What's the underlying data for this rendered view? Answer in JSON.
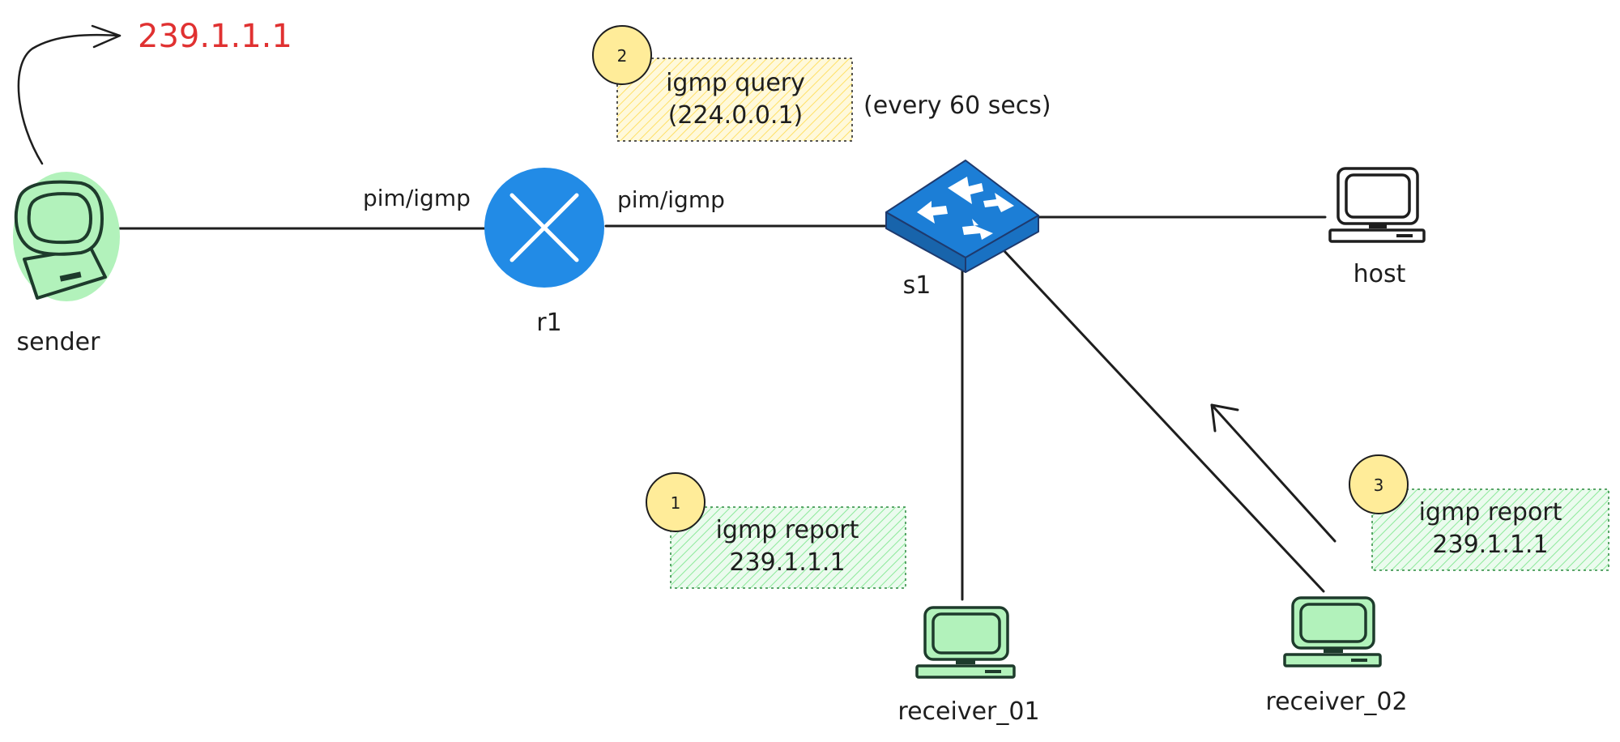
{
  "multicast_address": "239.1.1.1",
  "nodes": {
    "sender": "sender",
    "router": "r1",
    "switch": "s1",
    "host": "host",
    "receiver_1": "receiver_01",
    "receiver_2": "receiver_02"
  },
  "links": {
    "sender_r1": "pim/igmp",
    "r1_s1": "pim/igmp"
  },
  "steps": [
    {
      "number": "1",
      "line1": "igmp report",
      "line2": "239.1.1.1"
    },
    {
      "number": "2",
      "line1": "igmp query",
      "line2": "(224.0.0.1)"
    },
    {
      "number": "3",
      "line1": "igmp report",
      "line2": "239.1.1.1"
    }
  ],
  "query_interval": "(every 60 secs)",
  "colors": {
    "router": "#228be6",
    "switch": "#1c6fd6",
    "device_fill": "#b2f2bb",
    "badge": "#ffec99",
    "query_box": "#fff3bf",
    "report_box": "#d3f9d8",
    "accent_text": "#e03131",
    "line": "#1e1e1e"
  },
  "icons": {
    "sender": "desktop-computer-icon",
    "router": "router-icon",
    "switch": "switch-icon",
    "host": "laptop-icon",
    "receiver": "laptop-icon"
  }
}
